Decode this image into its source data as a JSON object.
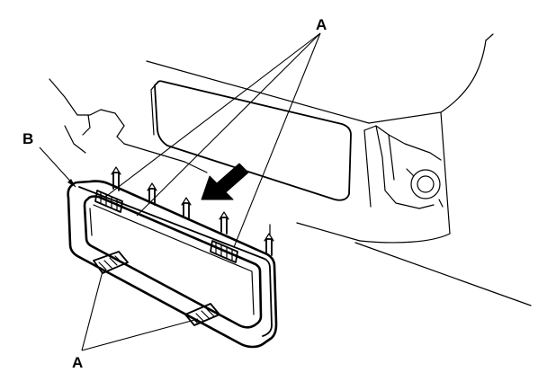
{
  "callouts": {
    "a_top": "A",
    "a_bottom": "A",
    "b": "B"
  },
  "parts": [
    {
      "label": "A",
      "part": "clip"
    },
    {
      "label": "B",
      "part": "trim-panel"
    }
  ]
}
